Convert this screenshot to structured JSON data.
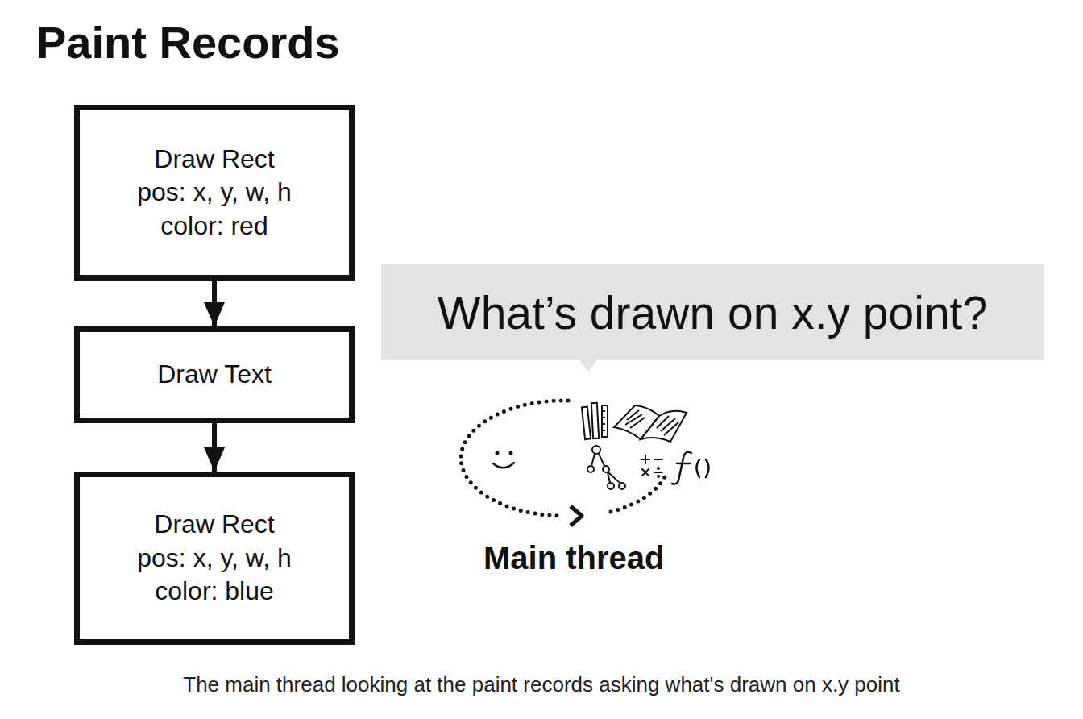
{
  "diagram": {
    "title": "Paint Records",
    "caption": "The main thread looking at the paint records asking what's drawn on x.y point",
    "nodes": [
      {
        "text": [
          "Draw Rect",
          "pos: x, y, w, h",
          "color: red"
        ]
      },
      {
        "text": [
          "Draw Text"
        ]
      },
      {
        "text": [
          "Draw Rect",
          "pos: x, y, w, h",
          "color: blue"
        ]
      },
      {
        "text": [
          "What’s drawn on x.y point?"
        ]
      }
    ],
    "edges": [
      {
        "from": 0,
        "to": 1,
        "arrow": "to"
      },
      {
        "from": 1,
        "to": 2,
        "arrow": "to"
      }
    ],
    "labels": [
      "Main thread"
    ]
  }
}
